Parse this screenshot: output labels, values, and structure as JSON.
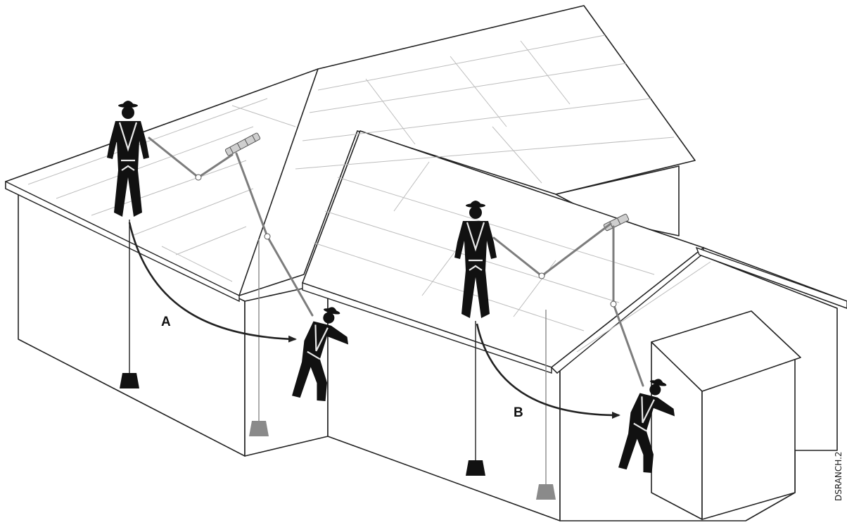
{
  "labels": {
    "fall_a": "A",
    "fall_b": "B",
    "figure_code": "DSRANCH.2"
  },
  "colors": {
    "outline": "#222222",
    "shingle_lines": "#bdbdbd",
    "lanyard": "#7d7d7d",
    "worker": "#111111",
    "weight_dark": "#111111",
    "weight_grey": "#8a8a8a"
  },
  "icons": [
    "worker-standing",
    "worker-falling",
    "roof-anchor",
    "weight-block",
    "fall-arc-arrow"
  ]
}
